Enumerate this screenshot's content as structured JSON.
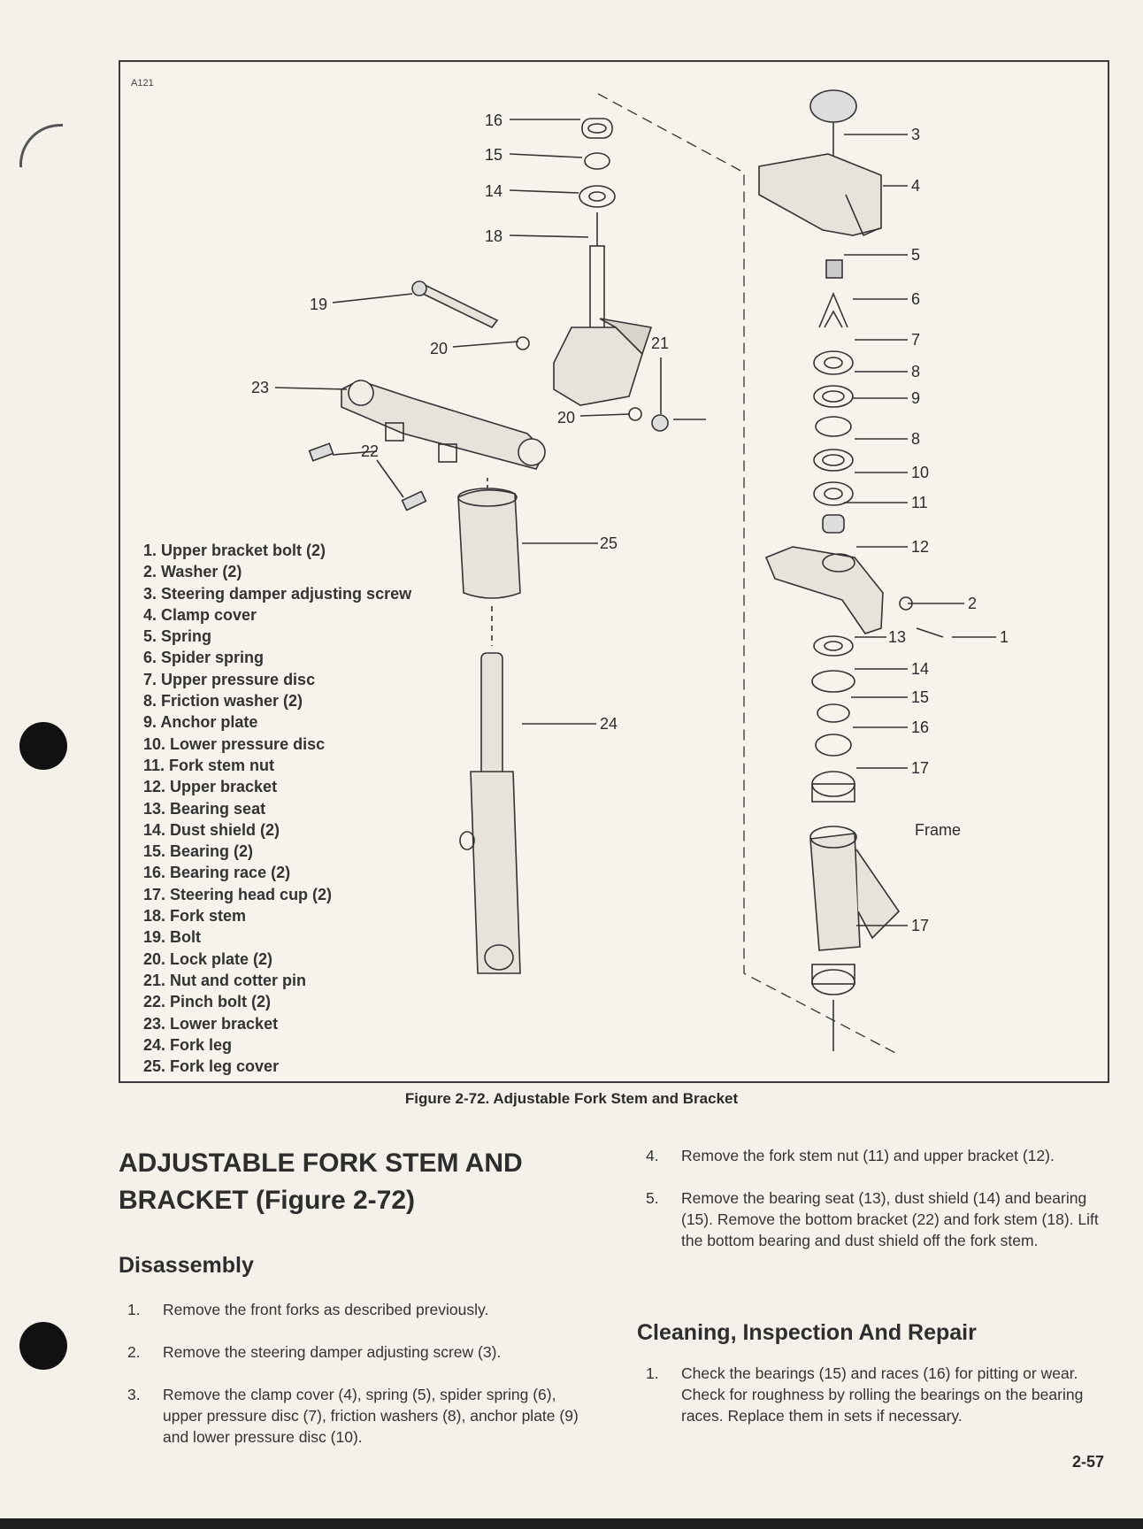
{
  "figure": {
    "id": "A121",
    "caption": "Figure 2-72. Adjustable Fork Stem and Bracket",
    "frame_label": "Frame",
    "callouts": [
      "16",
      "15",
      "14",
      "18",
      "19",
      "20",
      "21",
      "23",
      "20",
      "22",
      "25",
      "24",
      "3",
      "4",
      "5",
      "6",
      "7",
      "8",
      "9",
      "8",
      "10",
      "11",
      "12",
      "2",
      "13",
      "1",
      "14",
      "15",
      "16",
      "17",
      "17"
    ],
    "legend": [
      "1. Upper bracket bolt (2)",
      "2. Washer (2)",
      "3. Steering damper adjusting screw",
      "4. Clamp cover",
      "5. Spring",
      "6. Spider spring",
      "7. Upper pressure disc",
      "8. Friction washer (2)",
      "9. Anchor plate",
      "10. Lower pressure disc",
      "11. Fork stem nut",
      "12. Upper bracket",
      "13. Bearing seat",
      "14. Dust shield (2)",
      "15. Bearing (2)",
      "16. Bearing race (2)",
      "17. Steering head cup (2)",
      "18. Fork stem",
      "19. Bolt",
      "20. Lock plate (2)",
      "21. Nut and cotter pin",
      "22. Pinch bolt (2)",
      "23. Lower bracket",
      "24. Fork leg",
      "25. Fork leg cover"
    ]
  },
  "section": {
    "title": "ADJUSTABLE FORK STEM AND BRACKET (Figure 2-72)",
    "disassembly_heading": "Disassembly",
    "disassembly_steps": [
      {
        "num": "1.",
        "text": "Remove the front forks as described previously."
      },
      {
        "num": "2.",
        "text": "Remove the steering damper adjusting screw (3)."
      },
      {
        "num": "3.",
        "text": "Remove the clamp cover (4), spring (5), spider spring (6), upper pressure disc (7), friction washers (8), anchor plate (9) and lower pressure disc (10)."
      },
      {
        "num": "4.",
        "text": "Remove the fork stem nut (11) and upper bracket (12)."
      },
      {
        "num": "5.",
        "text": "Remove the bearing seat (13), dust shield (14) and bearing (15). Remove the bottom bracket (22) and fork stem (18). Lift the bottom bearing and dust shield off the fork stem."
      }
    ],
    "cleaning_heading": "Cleaning, Inspection And Repair",
    "cleaning_steps": [
      {
        "num": "1.",
        "text": "Check the bearings (15) and races (16) for pitting or wear. Check for roughness by rolling the bearings on the bearing races. Replace them in sets if necessary."
      }
    ]
  },
  "page_number": "2-57"
}
